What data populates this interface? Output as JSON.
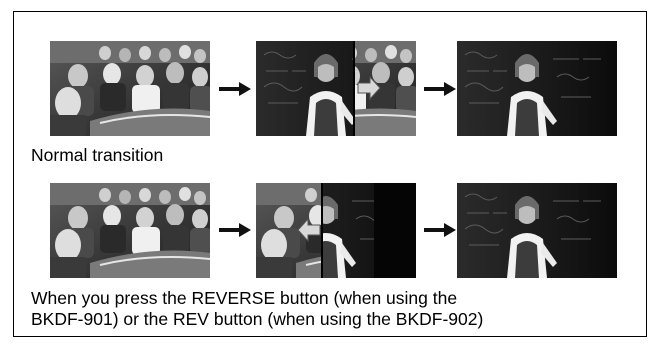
{
  "captions": {
    "normal": "Normal transition",
    "reverse_line1": "When you press the REVERSE button (when using the",
    "reverse_line2": "BKDF-901) or the REV button (when using the BKDF-902)"
  },
  "images": {
    "audience": "photo of seated audience",
    "teacher": "photo of woman in front of chalkboard",
    "transition_normal": "wipe transition, audience giving way to teacher",
    "transition_reverse": "wipe transition in reverse direction"
  },
  "colors": {
    "line": "#000000",
    "arrow_fill": "#111111",
    "wipe_arrow_fill": "#d8d8d8"
  }
}
